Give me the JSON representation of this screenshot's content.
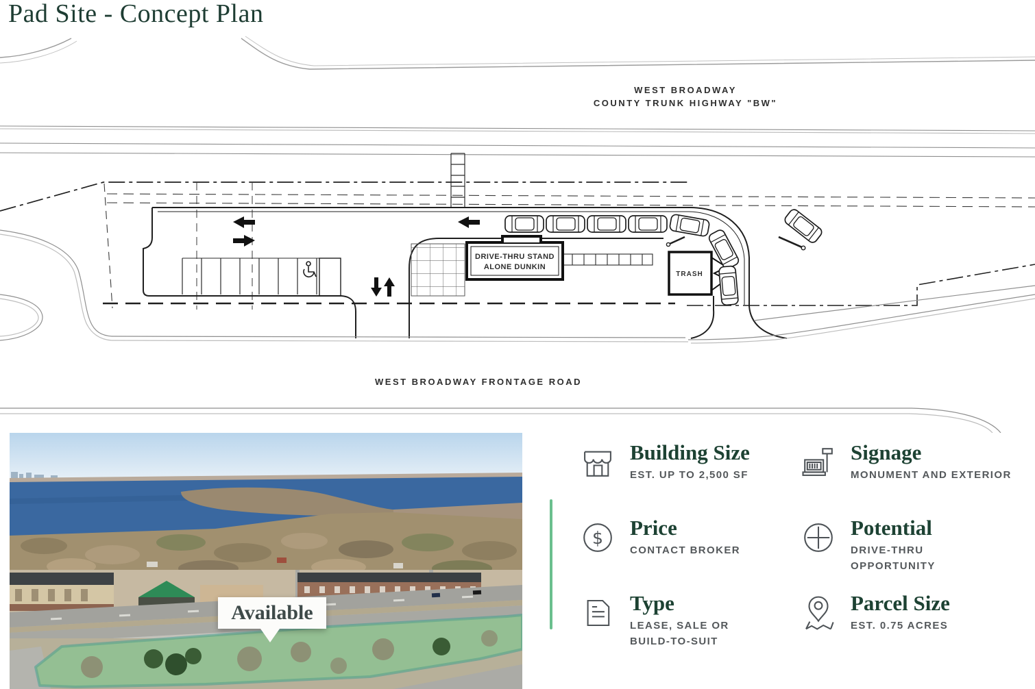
{
  "page": {
    "title": "Pad Site - Concept Plan"
  },
  "site_plan": {
    "labels": {
      "highway_line1": "WEST BROADWAY",
      "highway_line2": "COUNTY TRUNK HIGHWAY \"BW\"",
      "building_line1": "DRIVE-THRU STAND",
      "building_line2": "ALONE DUNKIN",
      "trash": "TRASH",
      "frontage_road": "WEST BROADWAY FRONTAGE ROAD"
    }
  },
  "photo": {
    "availability_label": "Available"
  },
  "features": {
    "building_size": {
      "title": "Building Size",
      "subtitle": "EST. UP TO 2,500 SF",
      "icon": "storefront-icon"
    },
    "signage": {
      "title": "Signage",
      "subtitle": "MONUMENT AND EXTERIOR",
      "icon": "monument-sign-icon"
    },
    "price": {
      "title": "Price",
      "subtitle": "CONTACT BROKER",
      "icon": "dollar-circle-icon"
    },
    "potential": {
      "title": "Potential",
      "subtitle": "DRIVE-THRU OPPORTUNITY",
      "icon": "plus-circle-icon"
    },
    "type": {
      "title": "Type",
      "subtitle": "LEASE, SALE OR BUILD-TO-SUIT",
      "icon": "document-icon"
    },
    "parcel_size": {
      "title": "Parcel Size",
      "subtitle": "EST. 0.75 ACRES",
      "icon": "map-pin-icon"
    }
  },
  "colors": {
    "title_green": "#1e3d33",
    "heading_green": "#1d4233",
    "subtext_gray": "#54585b",
    "divider_green": "#6abf8e",
    "parcel_teal": "#2f9e8f"
  }
}
